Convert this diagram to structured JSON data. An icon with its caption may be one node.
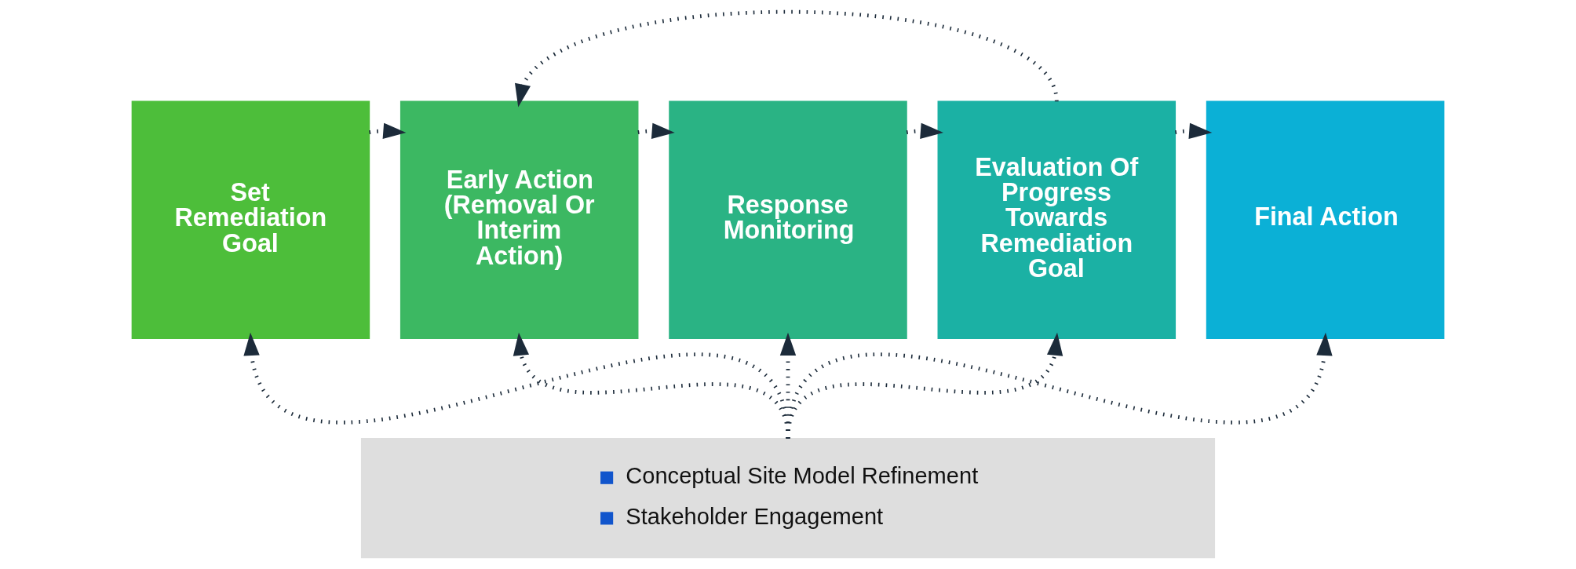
{
  "diagram": {
    "nodes": [
      {
        "text": [
          "Set Remediation Goal"
        ]
      },
      {
        "text": [
          "Early Action (Removal Or Interim Action)"
        ]
      },
      {
        "text": [
          "Response Monitoring"
        ]
      },
      {
        "text": [
          "Evaluation Of Progress Towards Remediation Goal"
        ]
      },
      {
        "text": [
          "Final Action"
        ]
      },
      {
        "text": [
          "Conceptual Site Model Refinement",
          "Stakeholder Engagement"
        ]
      }
    ],
    "edges": [
      {
        "from": 0,
        "to": 1,
        "arrow": "to"
      },
      {
        "from": 1,
        "to": 2,
        "arrow": "to"
      },
      {
        "from": 2,
        "to": 3,
        "arrow": "to"
      },
      {
        "from": 3,
        "to": 4,
        "arrow": "to"
      },
      {
        "from": 3,
        "to": 1,
        "arrow": "to"
      },
      {
        "from": 5,
        "to": 0,
        "arrow": "to"
      },
      {
        "from": 5,
        "to": 1,
        "arrow": "to"
      },
      {
        "from": 5,
        "to": 2,
        "arrow": "to"
      },
      {
        "from": 5,
        "to": 3,
        "arrow": "to"
      },
      {
        "from": 5,
        "to": 4,
        "arrow": "to"
      }
    ]
  }
}
